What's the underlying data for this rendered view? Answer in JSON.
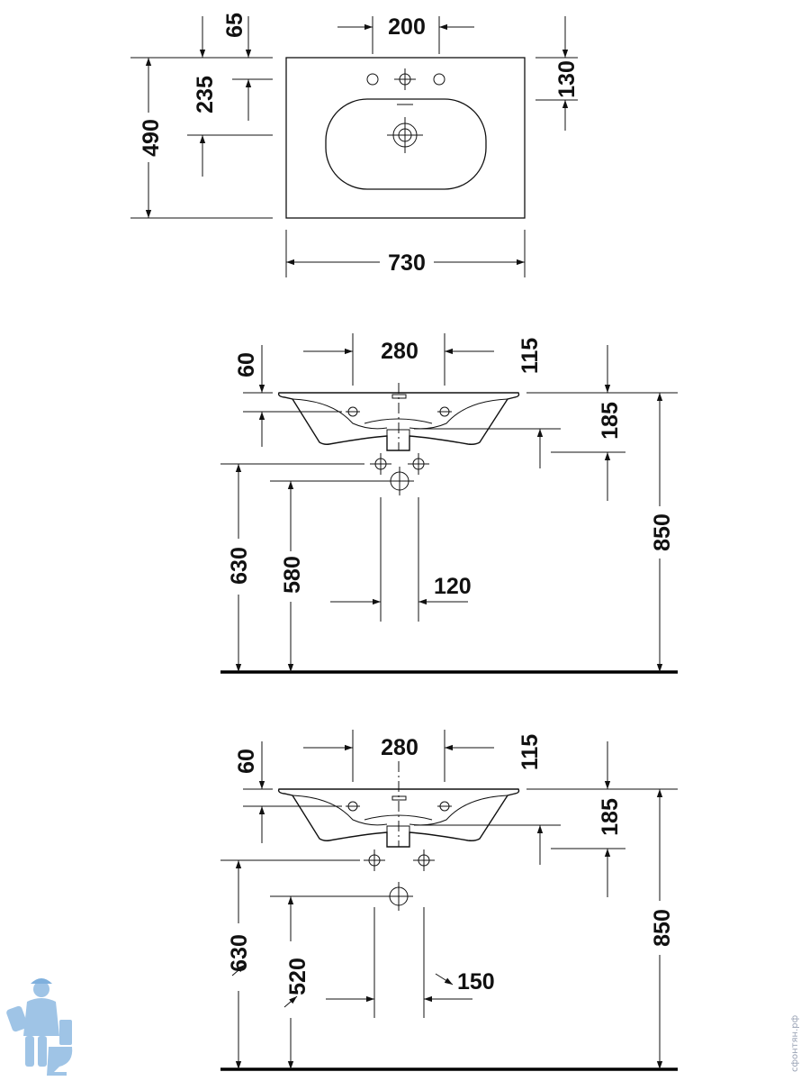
{
  "top_view": {
    "d200": "200",
    "d65": "65",
    "d235": "235",
    "d490": "490",
    "d130": "130",
    "d730": "730"
  },
  "front_view_1": {
    "d60": "60",
    "d280": "280",
    "d115": "115",
    "d185": "185",
    "d630": "630",
    "d580": "580",
    "d120": "120",
    "d850": "850"
  },
  "front_view_2": {
    "d60": "60",
    "d280": "280",
    "d115": "115",
    "d185": "185",
    "d630": "630",
    "d520": "520",
    "d150": "150",
    "d850": "850"
  },
  "watermark": {
    "text": "сфонтян.рф",
    "logo_icon": "plumber-with-toilet-icon",
    "logo_color": "#9fc4e6"
  },
  "colors": {
    "line": "#111111",
    "background": "#ffffff"
  }
}
